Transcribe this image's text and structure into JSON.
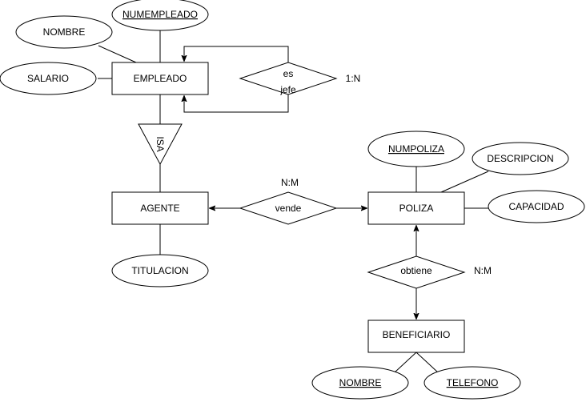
{
  "diagram": {
    "type": "entity-relationship",
    "entities": [
      {
        "id": "empleado",
        "label": "EMPLEADO"
      },
      {
        "id": "agente",
        "label": "AGENTE"
      },
      {
        "id": "poliza",
        "label": "POLIZA"
      },
      {
        "id": "beneficiario",
        "label": "BENEFICIARIO"
      }
    ],
    "attributes": [
      {
        "id": "numempleado",
        "label": "NUMEMPLEADO",
        "key": true,
        "entity": "empleado"
      },
      {
        "id": "nombre-emp",
        "label": "NOMBRE",
        "key": false,
        "entity": "empleado"
      },
      {
        "id": "salario",
        "label": "SALARIO",
        "key": false,
        "entity": "empleado"
      },
      {
        "id": "titulacion",
        "label": "TITULACION",
        "key": false,
        "entity": "agente"
      },
      {
        "id": "numpoliza",
        "label": "NUMPOLIZA",
        "key": true,
        "entity": "poliza"
      },
      {
        "id": "descripcion",
        "label": "DESCRIPCION",
        "key": false,
        "entity": "poliza"
      },
      {
        "id": "capacidad",
        "label": "CAPACIDAD",
        "key": false,
        "entity": "poliza"
      },
      {
        "id": "nombre-ben",
        "label": "NOMBRE",
        "key": true,
        "entity": "beneficiario"
      },
      {
        "id": "telefono",
        "label": "TELEFONO",
        "key": true,
        "entity": "beneficiario"
      }
    ],
    "relationships": [
      {
        "id": "esjefe",
        "label_line1": "es",
        "label_line2": "jefe",
        "cardinality": "1:N",
        "between": [
          "empleado",
          "empleado"
        ]
      },
      {
        "id": "vende",
        "label": "vende",
        "cardinality": "N:M",
        "between": [
          "agente",
          "poliza"
        ]
      },
      {
        "id": "obtiene",
        "label": "obtiene",
        "cardinality": "N:M",
        "between": [
          "poliza",
          "beneficiario"
        ]
      }
    ],
    "isa": {
      "label": "ISA",
      "parent": "empleado",
      "child": "agente"
    }
  }
}
